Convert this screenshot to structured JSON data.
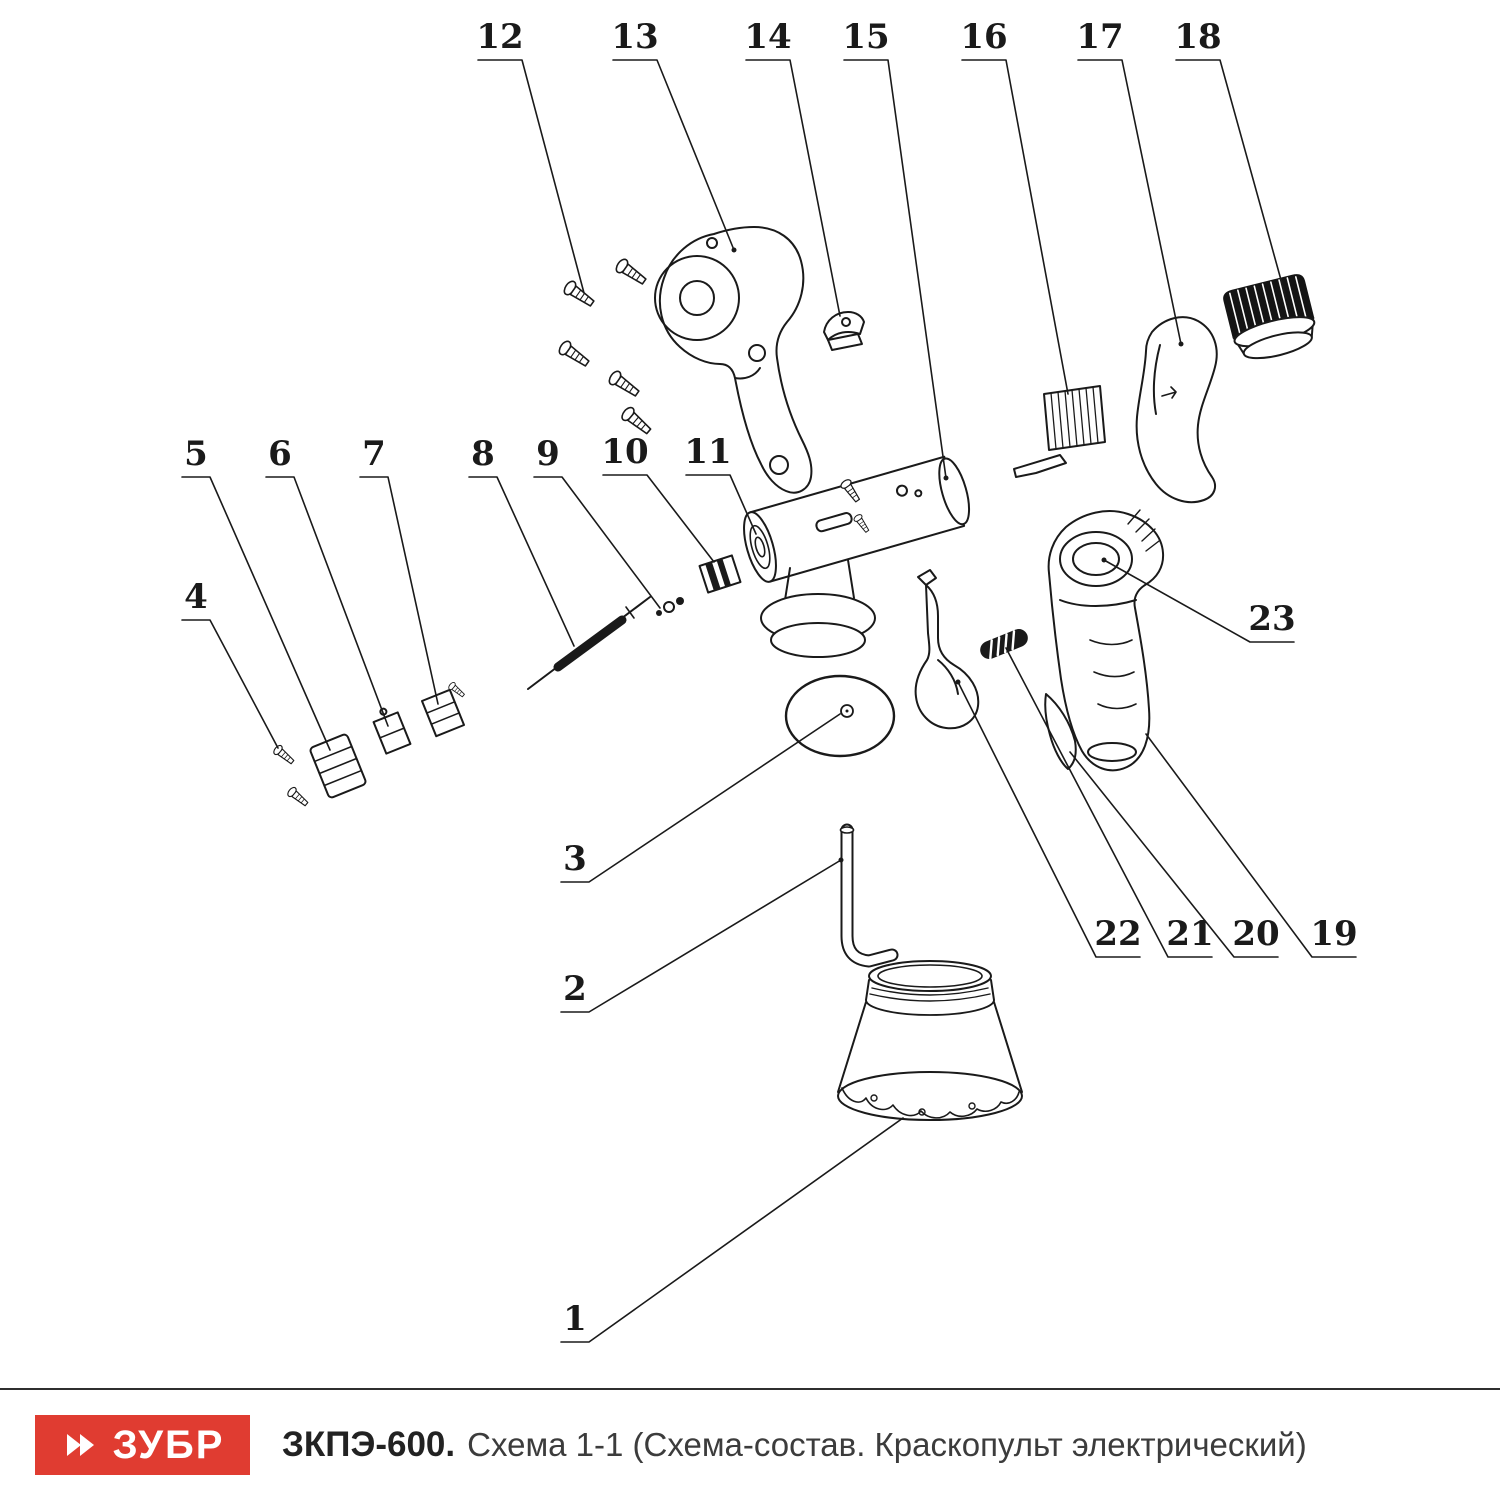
{
  "diagram": {
    "title": "Схема-состав. Краскопульт электрический (exploded parts diagram)",
    "parts": [
      {
        "label": "1"
      },
      {
        "label": "2"
      },
      {
        "label": "3"
      },
      {
        "label": "4"
      },
      {
        "label": "5"
      },
      {
        "label": "6"
      },
      {
        "label": "7"
      },
      {
        "label": "8"
      },
      {
        "label": "9"
      },
      {
        "label": "10"
      },
      {
        "label": "11"
      },
      {
        "label": "12"
      },
      {
        "label": "13"
      },
      {
        "label": "14"
      },
      {
        "label": "15"
      },
      {
        "label": "16"
      },
      {
        "label": "17"
      },
      {
        "label": "18"
      },
      {
        "label": "19"
      },
      {
        "label": "20"
      },
      {
        "label": "21"
      },
      {
        "label": "22"
      },
      {
        "label": "23"
      }
    ]
  },
  "footer": {
    "brand": "ЗУБР",
    "brand_color": "#e03c31",
    "model": "ЗКПЭ-600.",
    "caption": "Схема 1-1 (Схема-состав. Краскопульт электрический)"
  }
}
